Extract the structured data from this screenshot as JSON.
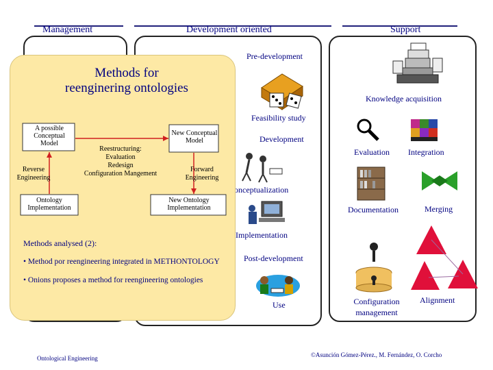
{
  "header": {
    "management": "Management",
    "development_oriented": "Development oriented",
    "support": "Support"
  },
  "center": {
    "pre_development": "Pre-development",
    "feasibility_study": "Feasibility study",
    "development": "Development",
    "conceptualization": "Conceptualization",
    "implementation": "Implementation",
    "post_development": "Post-development",
    "use": "Use"
  },
  "support": {
    "knowledge_acquisition": "Knowledge acquisition",
    "evaluation": "Evaluation",
    "integration": "Integration",
    "documentation": "Documentation",
    "merging": "Merging",
    "configuration_management": "Configuration management",
    "alignment": "Alignment"
  },
  "overlay": {
    "title_line1": "Methods for",
    "title_line2": "reenginering ontologies",
    "conceptual_model": "A possible Conceptual Model",
    "reverse_engineering": "Reverse Engineering",
    "restructuring": "Reestructuring:",
    "evaluation": "Evaluation",
    "redesign": "Redesign",
    "configuration_management": "Configuration Mangement",
    "new_conceptual_model": "New Conceptual Model",
    "forward_engineering": "Forward Engineering",
    "ontology_implementation": "Ontology Implementation",
    "new_ontology_implementation": "New Ontology Implementation",
    "methods_analysed": "Methods analysed (2):",
    "bullet1": "• Method por reengineering integrated in METHONTOLOGY",
    "bullet2": "• Onions proposes a method for reengineering ontologies"
  },
  "footer": {
    "left": "Ontological Engineering",
    "right": "©Asunción Gómez-Pérez., M. Fernández, O. Corcho"
  }
}
